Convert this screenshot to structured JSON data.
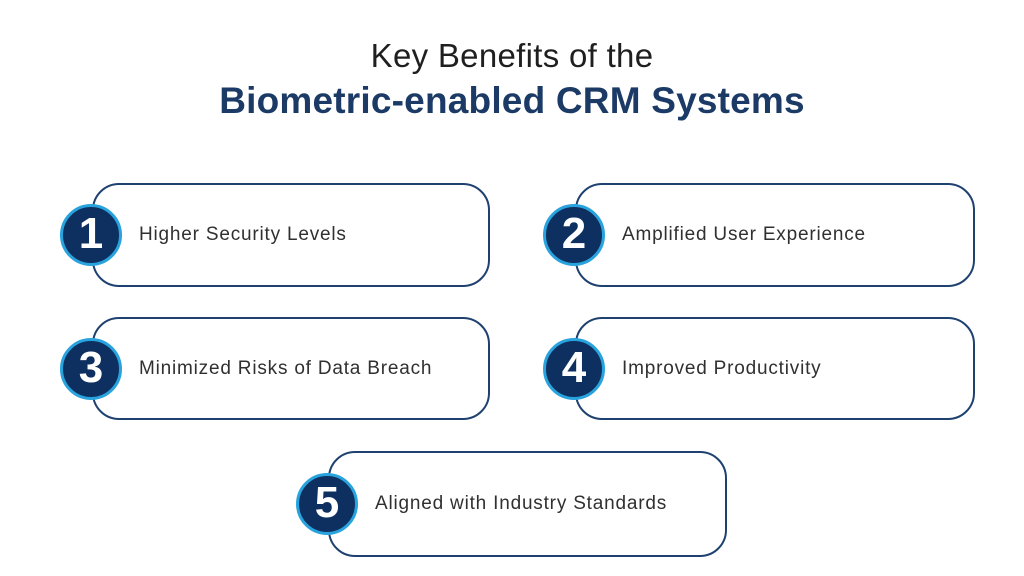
{
  "title": {
    "line1": "Key Benefits of the",
    "line2": "Biometric-enabled CRM Systems"
  },
  "benefits": [
    {
      "number": "1",
      "label": "Higher Security Levels"
    },
    {
      "number": "2",
      "label": "Amplified User Experience"
    },
    {
      "number": "3",
      "label": "Minimized Risks of Data Breach"
    },
    {
      "number": "4",
      "label": "Improved Productivity"
    },
    {
      "number": "5",
      "label": "Aligned with Industry Standards"
    }
  ],
  "colors": {
    "background": "#FFFFFF",
    "title_text": "#1F1F1F",
    "title_accent": "#1B3A66",
    "card_border": "#1E4170",
    "badge_fill": "#0E3060",
    "badge_ring": "#29A3DD",
    "badge_number": "#FFFFFF",
    "label_text": "#303030"
  }
}
